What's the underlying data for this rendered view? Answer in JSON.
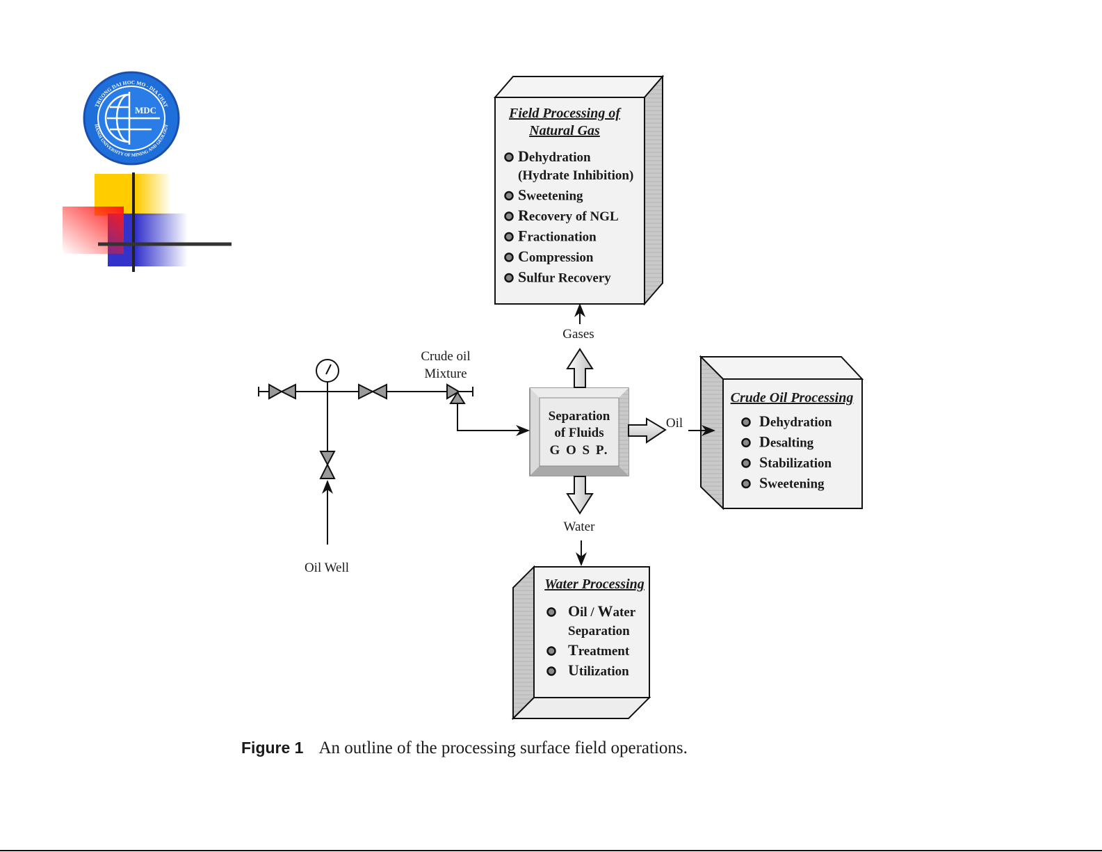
{
  "logo": {
    "text": "MDC",
    "ring_text_top": "TRUONG DAI HOC MO - DIA CHAT",
    "ring_text_bottom": "HANOI UNIVERSITY OF MINING AND GEOLOGY",
    "color": "#1e6fd9"
  },
  "decor": {
    "yellow": "#ffcc00",
    "red": "#ff2a2a",
    "blue": "#3333cc",
    "line": "#222222"
  },
  "diagram": {
    "gas_box": {
      "title_line1": "Field Processing of",
      "title_line2": "Natural Gas",
      "items": [
        {
          "initial": "D",
          "rest": "ehydration",
          "sub": "(Hydrate Inhibition)"
        },
        {
          "initial": "S",
          "rest": "weetening"
        },
        {
          "initial": "R",
          "rest": "ecovery of NGL"
        },
        {
          "initial": "F",
          "rest": "ractionation"
        },
        {
          "initial": "C",
          "rest": "ompression"
        },
        {
          "initial": "S",
          "rest": "ulfur Recovery"
        }
      ]
    },
    "oil_box": {
      "title": "Crude Oil Processing",
      "items": [
        {
          "initial": "D",
          "rest": "ehydration"
        },
        {
          "initial": "D",
          "rest": "esalting"
        },
        {
          "initial": "S",
          "rest": "tabilization"
        },
        {
          "initial": "S",
          "rest": "weetening"
        }
      ]
    },
    "water_box": {
      "title": "Water Processing",
      "items": [
        {
          "initial": "O",
          "rest": "il / ",
          "initial2": "W",
          "rest2": "ater",
          "sub": "Separation"
        },
        {
          "initial": "T",
          "rest": "reatment"
        },
        {
          "initial": "U",
          "rest": "tilization"
        }
      ]
    },
    "separator": {
      "line1": "Separation",
      "line2": "of Fluids",
      "line3": "G O S P."
    },
    "labels": {
      "gases": "Gases",
      "oil": "Oil",
      "water": "Water",
      "crude_line1": "Crude oil",
      "crude_line2": "Mixture",
      "oil_well": "Oil Well"
    }
  },
  "caption": {
    "figure": "Figure 1",
    "text": "An outline of the processing surface field operations."
  }
}
